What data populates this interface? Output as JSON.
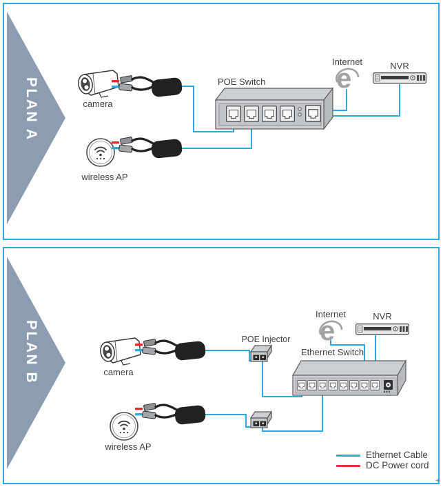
{
  "colors": {
    "panel_border": "#29ABE2",
    "ethernet_cable": "#29ABE2",
    "dc_power_cord": "#ED3237",
    "banner_arrow": "#8C9DB1",
    "device_body_gray": "#CDD1D3",
    "label_text": "#3F4042"
  },
  "icons": {
    "camera": "bullet-camera-icon",
    "wireless_ap": "wifi-ap-icon",
    "poe_splitter": "poe-splitter-cable-icon",
    "internet": "internet-e-icon",
    "nvr": "nvr-recorder-icon",
    "poe_injector": "poe-injector-icon",
    "rj45_port": "rj45-port-icon"
  },
  "plan_a": {
    "banner": "PLAN A",
    "camera": {
      "label": "camera"
    },
    "wireless_ap": {
      "label": "wireless AP"
    },
    "switch": {
      "label": "POE Switch",
      "lan_ports": 4,
      "uplink_ports": 1
    },
    "internet": {
      "label": "Internet"
    },
    "nvr": {
      "label": "NVR"
    }
  },
  "plan_b": {
    "banner": "PLAN B",
    "camera": {
      "label": "camera"
    },
    "wireless_ap": {
      "label": "wireless AP"
    },
    "injector": {
      "label": "POE Injector",
      "count": 2
    },
    "switch": {
      "label": "Ethernet Switch",
      "lan_ports": 8
    },
    "internet": {
      "label": "Internet"
    },
    "nvr": {
      "label": "NVR"
    }
  },
  "legend": {
    "items": [
      {
        "label": "Ethernet Cable",
        "color": "#29ABE2"
      },
      {
        "label": "DC Power cord",
        "color": "#ED3237"
      }
    ]
  },
  "corner_mark": "+"
}
